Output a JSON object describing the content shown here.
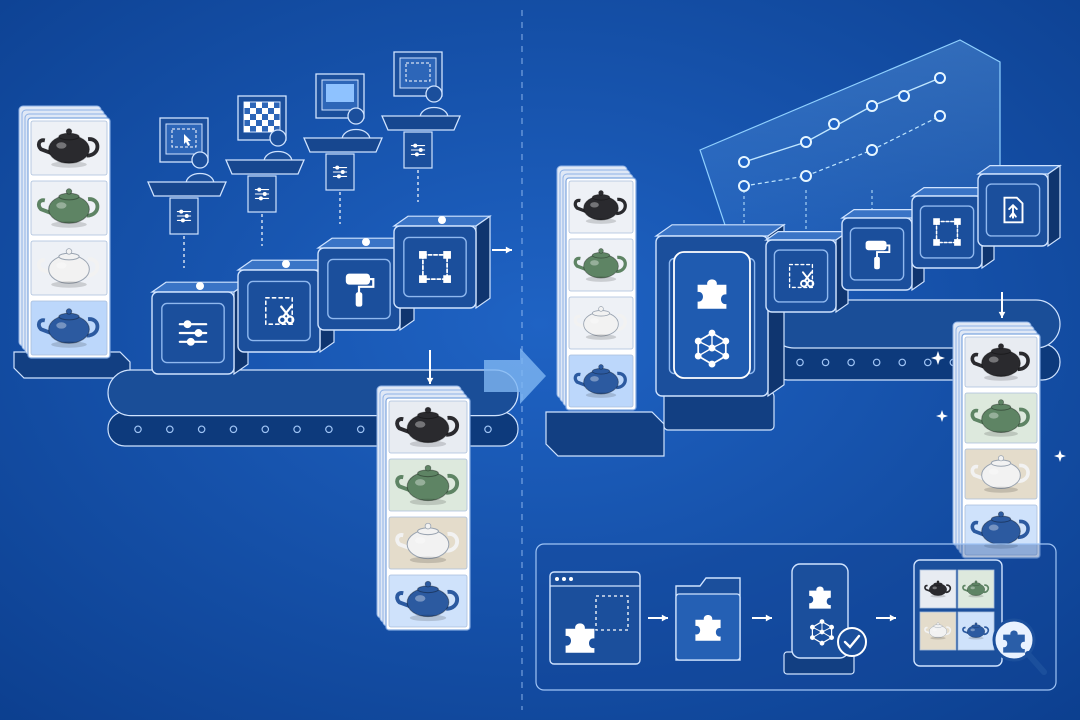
{
  "colors": {
    "background": "#0f4aa3",
    "background_light": "#1f63c4",
    "block_face": "#1b4f9c",
    "block_side": "#0f356f",
    "block_top": "#3a74c6",
    "line": "#cfe3ff",
    "glow": "#9fd3ff",
    "card_bg": "#eef3fb"
  },
  "tint_colors": [
    "#e8ecf2",
    "#dde9dd",
    "#e4dccb",
    "#cfe2fb"
  ],
  "teapot_colors": [
    "#2a2a2e",
    "#5e8464",
    "#f2f2f2",
    "#2c5aa0"
  ],
  "left_panel": {
    "source_stack": {
      "teapots": [
        "black",
        "green",
        "white",
        "blue"
      ],
      "selected_index": 3
    },
    "station_icons": [
      "sliders-icon",
      "scissors-icon",
      "paint-roller-icon",
      "crop-frame-icon"
    ],
    "operator_screens": [
      "cursor-select-screen",
      "checkerboard-screen",
      "blank-screen",
      "crop-screen"
    ],
    "output_stack": {
      "teapots": [
        "black",
        "green",
        "white",
        "blue"
      ],
      "tinted": true
    }
  },
  "right_panel": {
    "source_stack": {
      "teapots": [
        "black",
        "green",
        "white",
        "blue"
      ],
      "selected_index": 3
    },
    "plugin_module_icons": [
      "puzzle-icon",
      "network-cube-icon"
    ],
    "station_icons": [
      "scissors-icon",
      "paint-roller-icon",
      "crop-frame-icon",
      "export-file-icon"
    ],
    "output_stack": {
      "teapots": [
        "black",
        "green",
        "white",
        "blue"
      ],
      "tinted": true
    },
    "workflow_steps": [
      "plugin-window-icon",
      "plugin-folder-icon",
      "plugin-verified-icon",
      "results-review-icon"
    ]
  }
}
